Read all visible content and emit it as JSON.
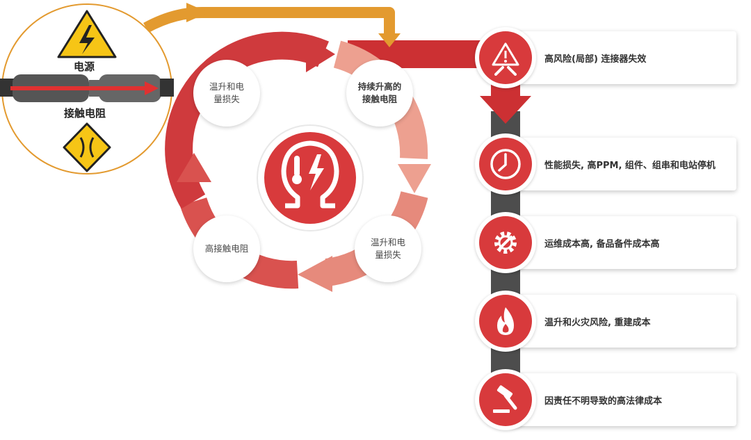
{
  "left_panel": {
    "power_label": "电源",
    "contact_resistance_label": "接触电阻"
  },
  "cycle": {
    "nodes": [
      "温升和电\n量损失",
      "持续升高的\n接触电阻",
      "温升和电\n量损失",
      "高接触电阻"
    ]
  },
  "consequences": [
    {
      "text": "高风险(局部) 连接器失效",
      "icon": "warning-tools-icon"
    },
    {
      "text": "性能损失, 高PPM, 组件、组串和电站停机",
      "icon": "clock-icon"
    },
    {
      "text": "运维成本高, 备品备件成本高",
      "icon": "gear-wrench-icon"
    },
    {
      "text": "温升和火灾风险, 重建成本",
      "icon": "flame-icon"
    },
    {
      "text": "因责任不明导致的高法律成本",
      "icon": "gavel-icon"
    }
  ],
  "colors": {
    "red": "#d83a3c",
    "orange": "#e39a2f",
    "dark_gray": "#4d4d4d",
    "yellow": "#f6c516"
  }
}
